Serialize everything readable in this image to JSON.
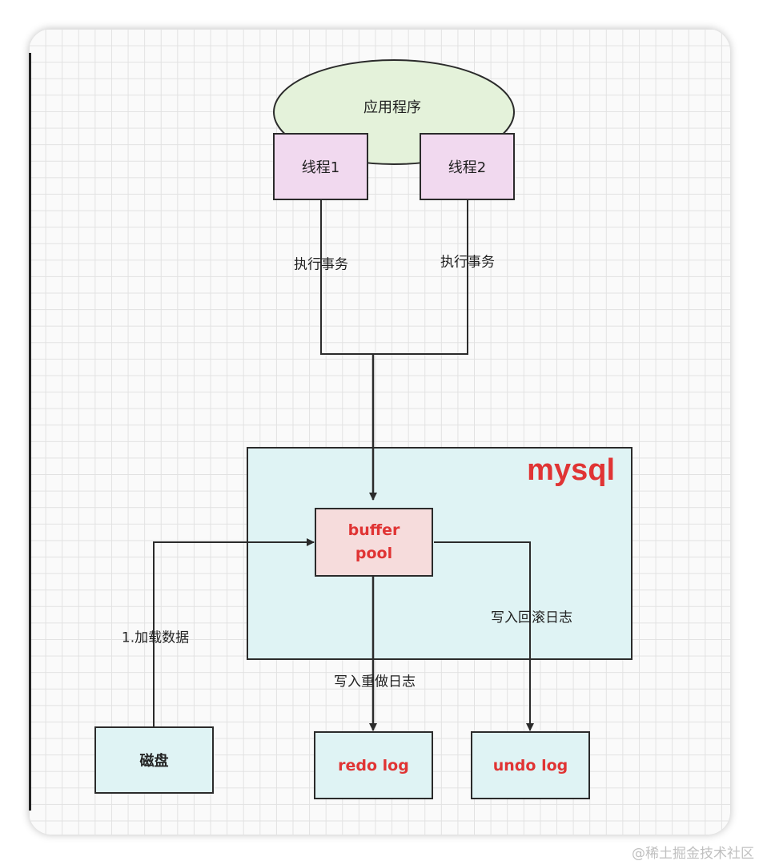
{
  "nodes": {
    "app": "应用程序",
    "thread1": "线程1",
    "thread2": "线程2",
    "container": "mysql",
    "buffer_pool_line1": "buffer",
    "buffer_pool_line2": "pool",
    "disk": "磁盘",
    "redo_log": "redo log",
    "undo_log": "undo log"
  },
  "edges": {
    "thread1_exec": "执行事务",
    "thread2_exec": "执行事务",
    "load_data": "1.加载数据",
    "write_redo": "写入重做日志",
    "write_undo": "写入回滚日志"
  },
  "watermark": "@稀土掘金技术社区",
  "colors": {
    "app_fill": "#e4f2da",
    "thread_fill": "#f1d9ef",
    "container_fill": "#dff3f4",
    "buffer_fill": "#f6dcdc",
    "accent_red": "#e03434"
  }
}
